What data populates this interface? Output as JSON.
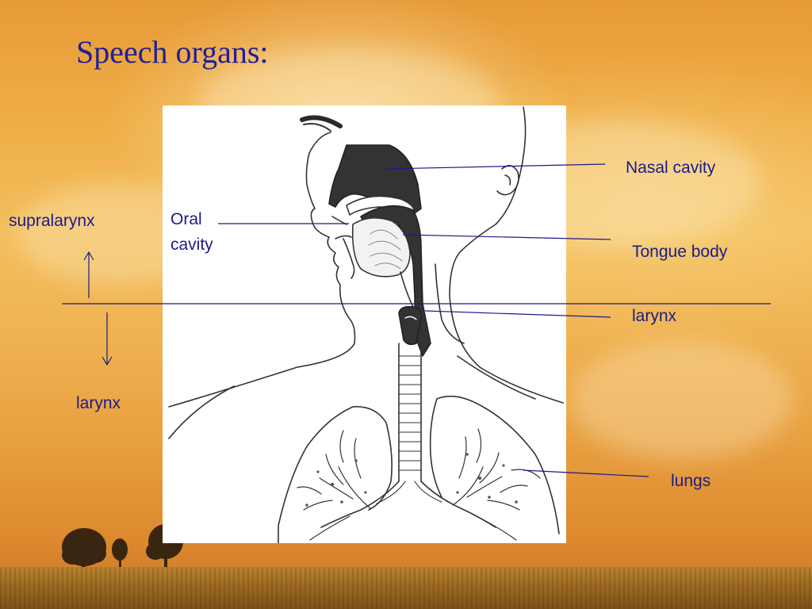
{
  "slide": {
    "title": "Speech organs:"
  },
  "labels": {
    "nasal_cavity": "Nasal cavity",
    "oral_cavity_line1": "Oral",
    "oral_cavity_line2": "cavity",
    "tongue_body": "Tongue body",
    "larynx_right": "larynx",
    "lungs": "lungs",
    "supralarynx": "supralarynx",
    "larynx_left": "larynx"
  },
  "colors": {
    "title": "#1f1f99",
    "label_text": "#1b1b8a",
    "leader_line": "#1b1b8a"
  }
}
